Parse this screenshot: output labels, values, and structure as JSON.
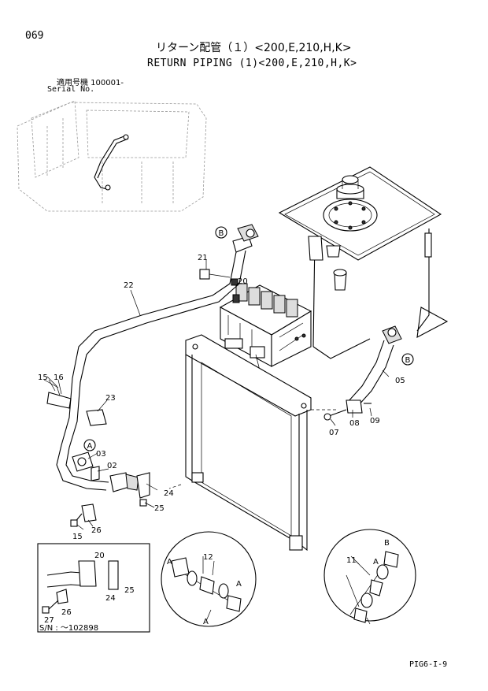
{
  "header": {
    "page_number": "069",
    "title_jp": "リターン配管（１）<200,E,210,H,K>",
    "title_en": "RETURN PIPING (1)<200,E,210,H,K>",
    "serial_jp": "適用号機  100001-",
    "serial_en": "Serial No."
  },
  "callouts": {
    "p02": "02",
    "p03": "03",
    "p05": "05",
    "p07": "07",
    "p08": "08",
    "p09": "09",
    "p11": "11",
    "p12": "12",
    "p15a": "15",
    "p15b": "15",
    "p16": "16",
    "p20a": "20",
    "p20b": "20",
    "p21": "21",
    "p22": "22",
    "p23": "23",
    "p24a": "24",
    "p24b": "24",
    "p25a": "25",
    "p25b": "25",
    "p26a": "26",
    "p26b": "26",
    "p27": "27"
  },
  "connectors": {
    "A1": "A",
    "A2": "A",
    "A3": "A",
    "A4": "A",
    "A5": "A",
    "B1": "B",
    "B2": "B",
    "B3": "B"
  },
  "inset": {
    "serial_note": "S/N : ～102898"
  },
  "footer": {
    "page_ref": "PIG6-I-9"
  }
}
